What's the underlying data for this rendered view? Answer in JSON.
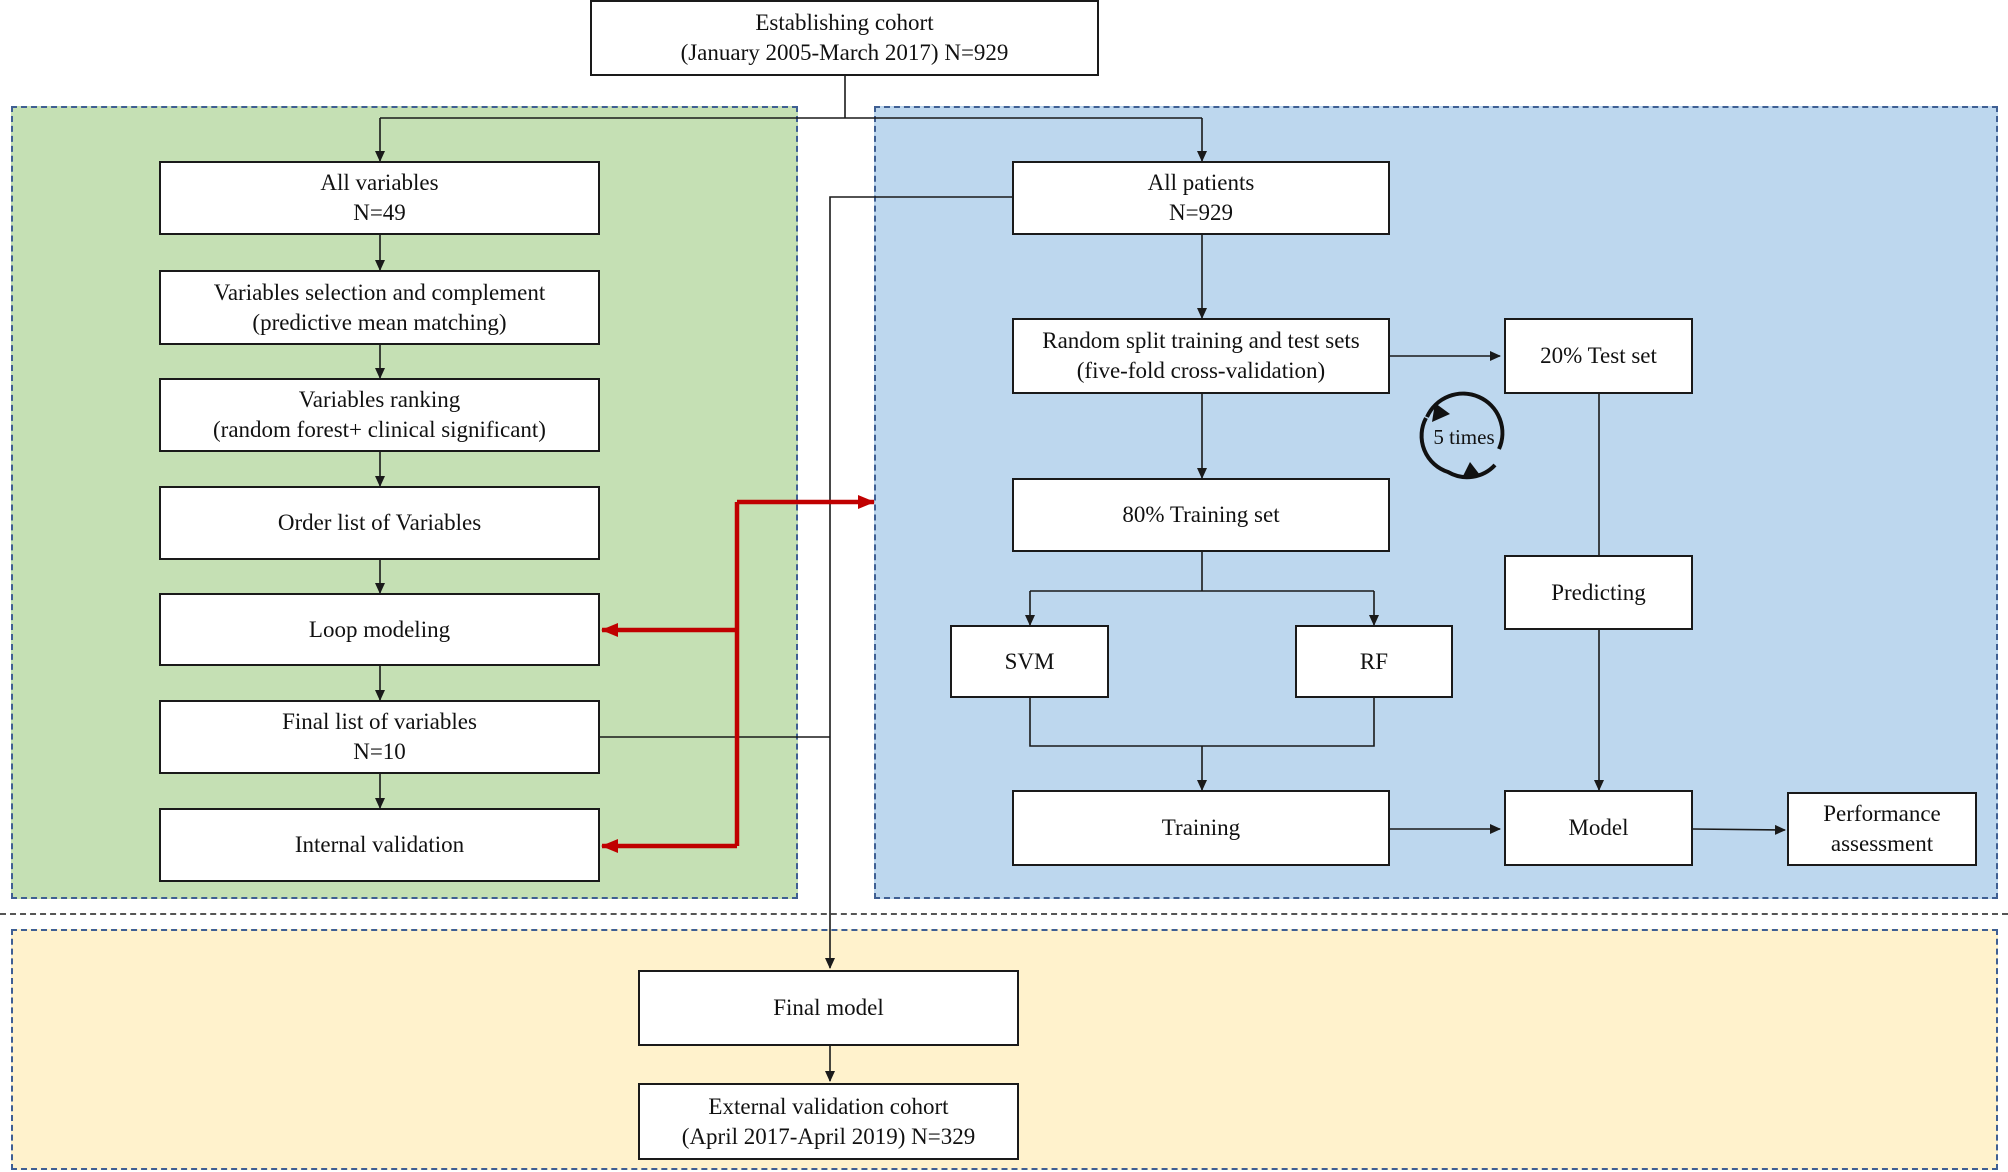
{
  "nodes": {
    "establishing_cohort": {
      "line1": "Establishing cohort",
      "line2": "(January 2005-March 2017) N=929"
    },
    "all_variables": {
      "line1": "All variables",
      "line2": "N=49"
    },
    "variables_selection": {
      "line1": "Variables selection and complement",
      "line2": "(predictive mean matching)"
    },
    "variables_ranking": {
      "line1": "Variables ranking",
      "line2": "(random forest+ clinical significant)"
    },
    "order_list": {
      "line1": "Order list of Variables"
    },
    "loop_modeling": {
      "line1": "Loop modeling"
    },
    "final_list": {
      "line1": "Final list of variables",
      "line2": "N=10"
    },
    "internal_validation": {
      "line1": "Internal validation"
    },
    "all_patients": {
      "line1": "All patients",
      "line2": "N=929"
    },
    "random_split": {
      "line1": "Random split training and test sets",
      "line2": "(five-fold cross-validation)"
    },
    "test_set": {
      "line1": "20% Test set"
    },
    "training_set": {
      "line1": "80% Training set"
    },
    "svm": {
      "line1": "SVM"
    },
    "rf": {
      "line1": "RF"
    },
    "predicting": {
      "line1": "Predicting"
    },
    "training": {
      "line1": "Training"
    },
    "model": {
      "line1": "Model"
    },
    "performance": {
      "line1": "Performance",
      "line2": "assessment"
    },
    "final_model": {
      "line1": "Final model"
    },
    "external_validation": {
      "line1": "External validation cohort",
      "line2": "(April 2017-April 2019) N=329"
    }
  },
  "cycle": {
    "label": "5 times"
  },
  "colors": {
    "green_region": "#c5e0b4",
    "blue_region": "#bdd7ee",
    "yellow_region": "#fff2cc",
    "dashed_border": "#3f5f93",
    "red_arrow": "#c00000",
    "edge": "#1a1a1a"
  }
}
